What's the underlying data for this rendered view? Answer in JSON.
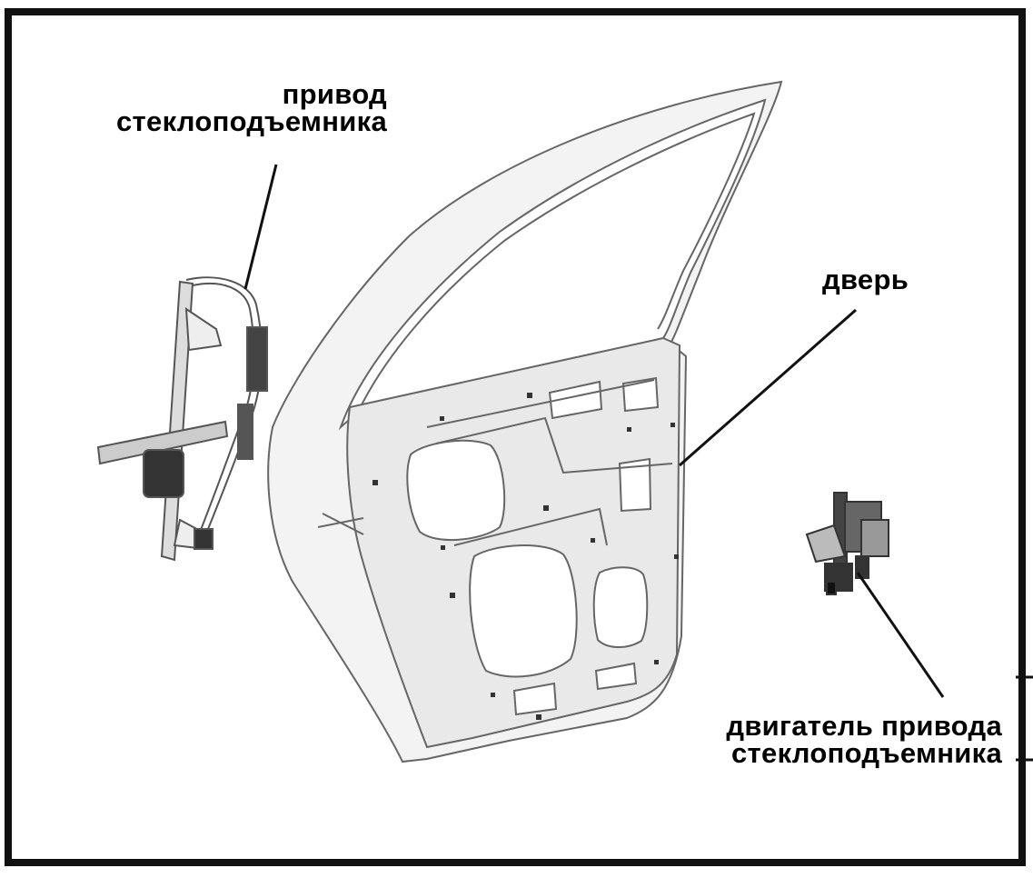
{
  "labels": {
    "regulator": {
      "line1": "привод",
      "line2": "стеклоподъемника"
    },
    "door": "дверь",
    "motor": {
      "line1": "двигатель привода",
      "line2": "стеклоподъемника"
    }
  },
  "colors": {
    "frame": "#111111",
    "line_art": "#555555",
    "line_art_light": "#999999",
    "callout_text": "#000000",
    "background": "#ffffff"
  }
}
